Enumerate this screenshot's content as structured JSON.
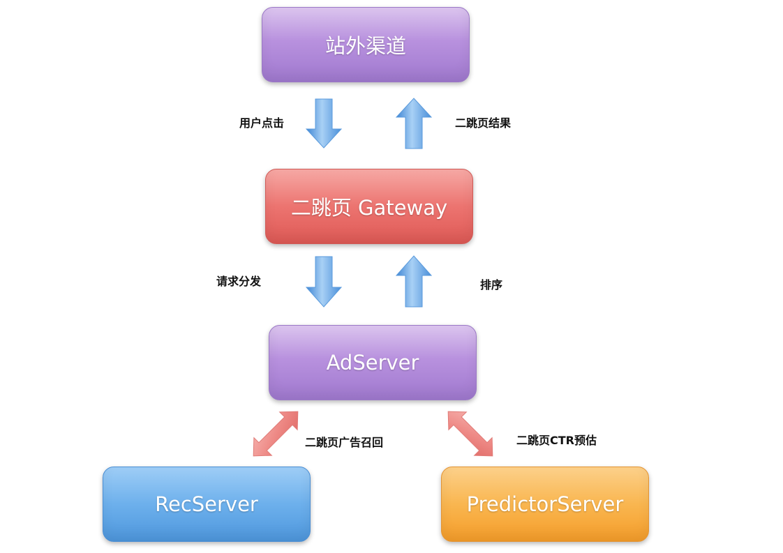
{
  "nodes": {
    "channel": "站外渠道",
    "gateway": "二跳页 Gateway",
    "adserver": "AdServer",
    "recserver": "RecServer",
    "predictor": "PredictorServer"
  },
  "edges": {
    "user_click": "用户点击",
    "result": "二跳页结果",
    "dispatch": "请求分发",
    "sort": "排序",
    "ad_recall": "二跳页广告召回",
    "ctr_predict": "二跳页CTR预估"
  },
  "colors": {
    "purple": "#b891de",
    "red": "#ec7470",
    "blue": "#6db0ec",
    "orange": "#f9b650",
    "arrow_blue": "#6aa8e4",
    "arrow_red": "#ee8a86"
  }
}
